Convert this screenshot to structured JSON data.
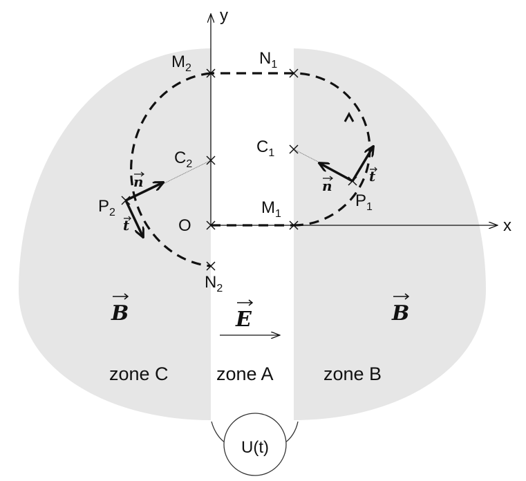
{
  "axes": {
    "x": "x",
    "y": "y",
    "origin": "O"
  },
  "points": {
    "M1": {
      "base": "M",
      "sub": "1"
    },
    "M2": {
      "base": "M",
      "sub": "2"
    },
    "N1": {
      "base": "N",
      "sub": "1"
    },
    "N2": {
      "base": "N",
      "sub": "2"
    },
    "C1": {
      "base": "C",
      "sub": "1"
    },
    "C2": {
      "base": "C",
      "sub": "2"
    },
    "P1": {
      "base": "P",
      "sub": "1"
    },
    "P2": {
      "base": "P",
      "sub": "2"
    }
  },
  "vectors": {
    "n": "n",
    "t": "t",
    "B": "B",
    "E": "E"
  },
  "zones": {
    "C": "zone C",
    "A": "zone A",
    "B": "zone B"
  },
  "generator": "U(t)",
  "colors": {
    "dee": "#e6e6e6",
    "ink": "#111111"
  }
}
